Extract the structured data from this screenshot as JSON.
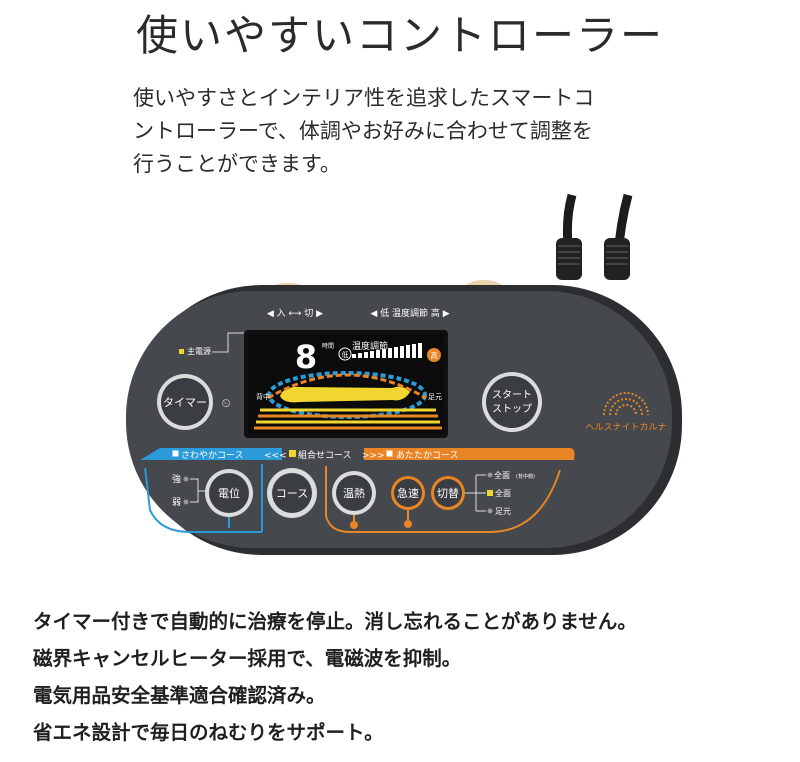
{
  "title": "使いやすいコントローラー",
  "intro": [
    "使いやすさとインテリア性を追求したスマートコ",
    "ントローラーで、体調やお好みに合わせて調整を",
    "行うことができます。"
  ],
  "controller": {
    "on_off_label": "◀ 入 ⟷ 切 ▶",
    "temp_label": "◀ 低   温度調節   高 ▶",
    "main_power_label": "主電源",
    "display": {
      "digit": "8",
      "hours_label": "時間",
      "low_badge": "低",
      "temp_title": "温度調節",
      "high_badge": "高",
      "back_label": "背中",
      "feet_label": "足元"
    },
    "timer_button": "タイマー",
    "start_stop_line1": "スタート",
    "start_stop_line2": "ストップ",
    "brand": "ヘルスナイトカルナ",
    "course_bar": {
      "left": "さわやかコース",
      "middle": "組合せコース",
      "right": "あたたかコース"
    },
    "strong_label": "強",
    "weak_label": "弱",
    "potential_button": "電位",
    "course_button": "コース",
    "warm_button": "温熱",
    "rapid_button": "急速",
    "switch_button": "切替",
    "mode_full_back": "全面",
    "mode_full_back_sub": "(背中側)",
    "mode_full": "全面",
    "mode_feet": "足元"
  },
  "features": [
    "タイマー付きで自動的に治療を停止。消し忘れることがありません。",
    "磁界キャンセルヒーター採用で、電磁波を抑制。",
    "電気用品安全基準適合確認済み。",
    "省エネ設計で毎日のねむりをサポート。"
  ],
  "colors": {
    "body": "#45484c",
    "blue": "#2b9ad8",
    "orange": "#e98524",
    "yellow": "#f1d630"
  }
}
